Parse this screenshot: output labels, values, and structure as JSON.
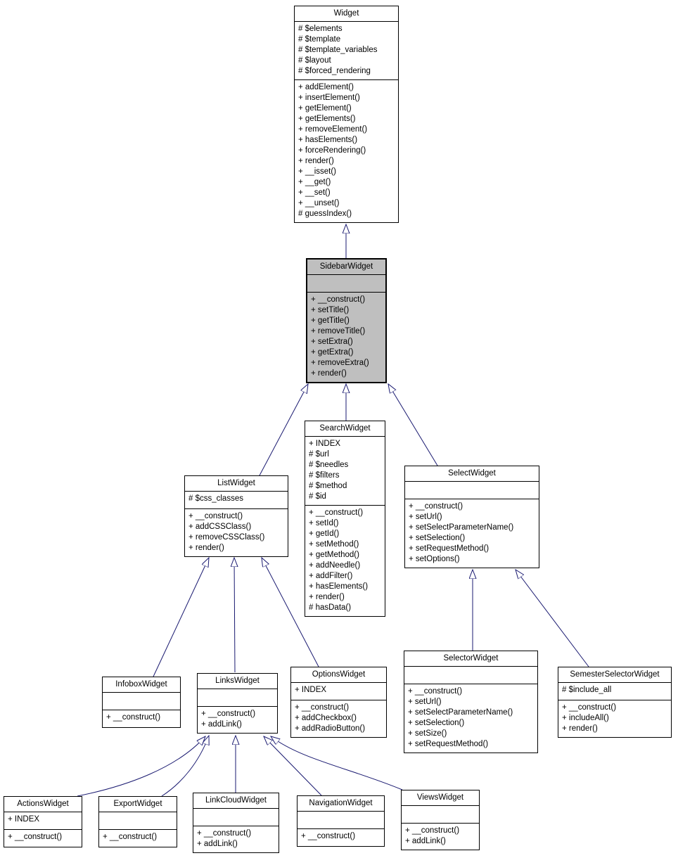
{
  "diagram": {
    "arrow_color": "#191970",
    "box_border_color": "#000000",
    "highlight_fill": "#bfbfbf",
    "background": "#ffffff",
    "classes": [
      {
        "name": "Widget",
        "fields": [
          "# $elements",
          "# $template",
          "# $template_variables",
          "# $layout",
          "# $forced_rendering"
        ],
        "methods": [
          "+ addElement()",
          "+ insertElement()",
          "+ getElement()",
          "+ getElements()",
          "+ removeElement()",
          "+ hasElements()",
          "+ forceRendering()",
          "+ render()",
          "+ __isset()",
          "+ __get()",
          "+ __set()",
          "+ __unset()",
          "# guessIndex()"
        ]
      },
      {
        "name": "SidebarWidget",
        "fields": [],
        "methods": [
          "+ __construct()",
          "+ setTitle()",
          "+ getTitle()",
          "+ removeTitle()",
          "+ setExtra()",
          "+ getExtra()",
          "+ removeExtra()",
          "+ render()"
        ]
      },
      {
        "name": "ListWidget",
        "fields": [
          "# $css_classes"
        ],
        "methods": [
          "+ __construct()",
          "+ addCSSClass()",
          "+ removeCSSClass()",
          "+ render()"
        ]
      },
      {
        "name": "SearchWidget",
        "fields": [
          "+ INDEX",
          "# $url",
          "# $needles",
          "# $filters",
          "# $method",
          "# $id"
        ],
        "methods": [
          "+ __construct()",
          "+ setId()",
          "+ getId()",
          "+ setMethod()",
          "+ getMethod()",
          "+ addNeedle()",
          "+ addFilter()",
          "+ hasElements()",
          "+ render()",
          "# hasData()"
        ]
      },
      {
        "name": "SelectWidget",
        "fields": [],
        "methods": [
          "+ __construct()",
          "+ setUrl()",
          "+ setSelectParameterName()",
          "+ setSelection()",
          "+ setRequestMethod()",
          "+ setOptions()"
        ]
      },
      {
        "name": "InfoboxWidget",
        "fields": [],
        "methods": [
          "+ __construct()"
        ]
      },
      {
        "name": "LinksWidget",
        "fields": [],
        "methods": [
          "+ __construct()",
          "+ addLink()"
        ]
      },
      {
        "name": "OptionsWidget",
        "fields": [
          "+ INDEX"
        ],
        "methods": [
          "+ __construct()",
          "+ addCheckbox()",
          "+ addRadioButton()"
        ]
      },
      {
        "name": "SelectorWidget",
        "fields": [],
        "methods": [
          "+ __construct()",
          "+ setUrl()",
          "+ setSelectParameterName()",
          "+ setSelection()",
          "+ setSize()",
          "+ setRequestMethod()"
        ]
      },
      {
        "name": "SemesterSelectorWidget",
        "fields": [
          "# $include_all"
        ],
        "methods": [
          "+ __construct()",
          "+ includeAll()",
          "+ render()"
        ]
      },
      {
        "name": "ActionsWidget",
        "fields": [
          "+ INDEX"
        ],
        "methods": [
          "+ __construct()"
        ]
      },
      {
        "name": "ExportWidget",
        "fields": [],
        "methods": [
          "+ __construct()"
        ]
      },
      {
        "name": "LinkCloudWidget",
        "fields": [],
        "methods": [
          "+ __construct()",
          "+ addLink()"
        ]
      },
      {
        "name": "NavigationWidget",
        "fields": [],
        "methods": [
          "+ __construct()"
        ]
      },
      {
        "name": "ViewsWidget",
        "fields": [],
        "methods": [
          "+ __construct()",
          "+ addLink()"
        ]
      }
    ]
  }
}
